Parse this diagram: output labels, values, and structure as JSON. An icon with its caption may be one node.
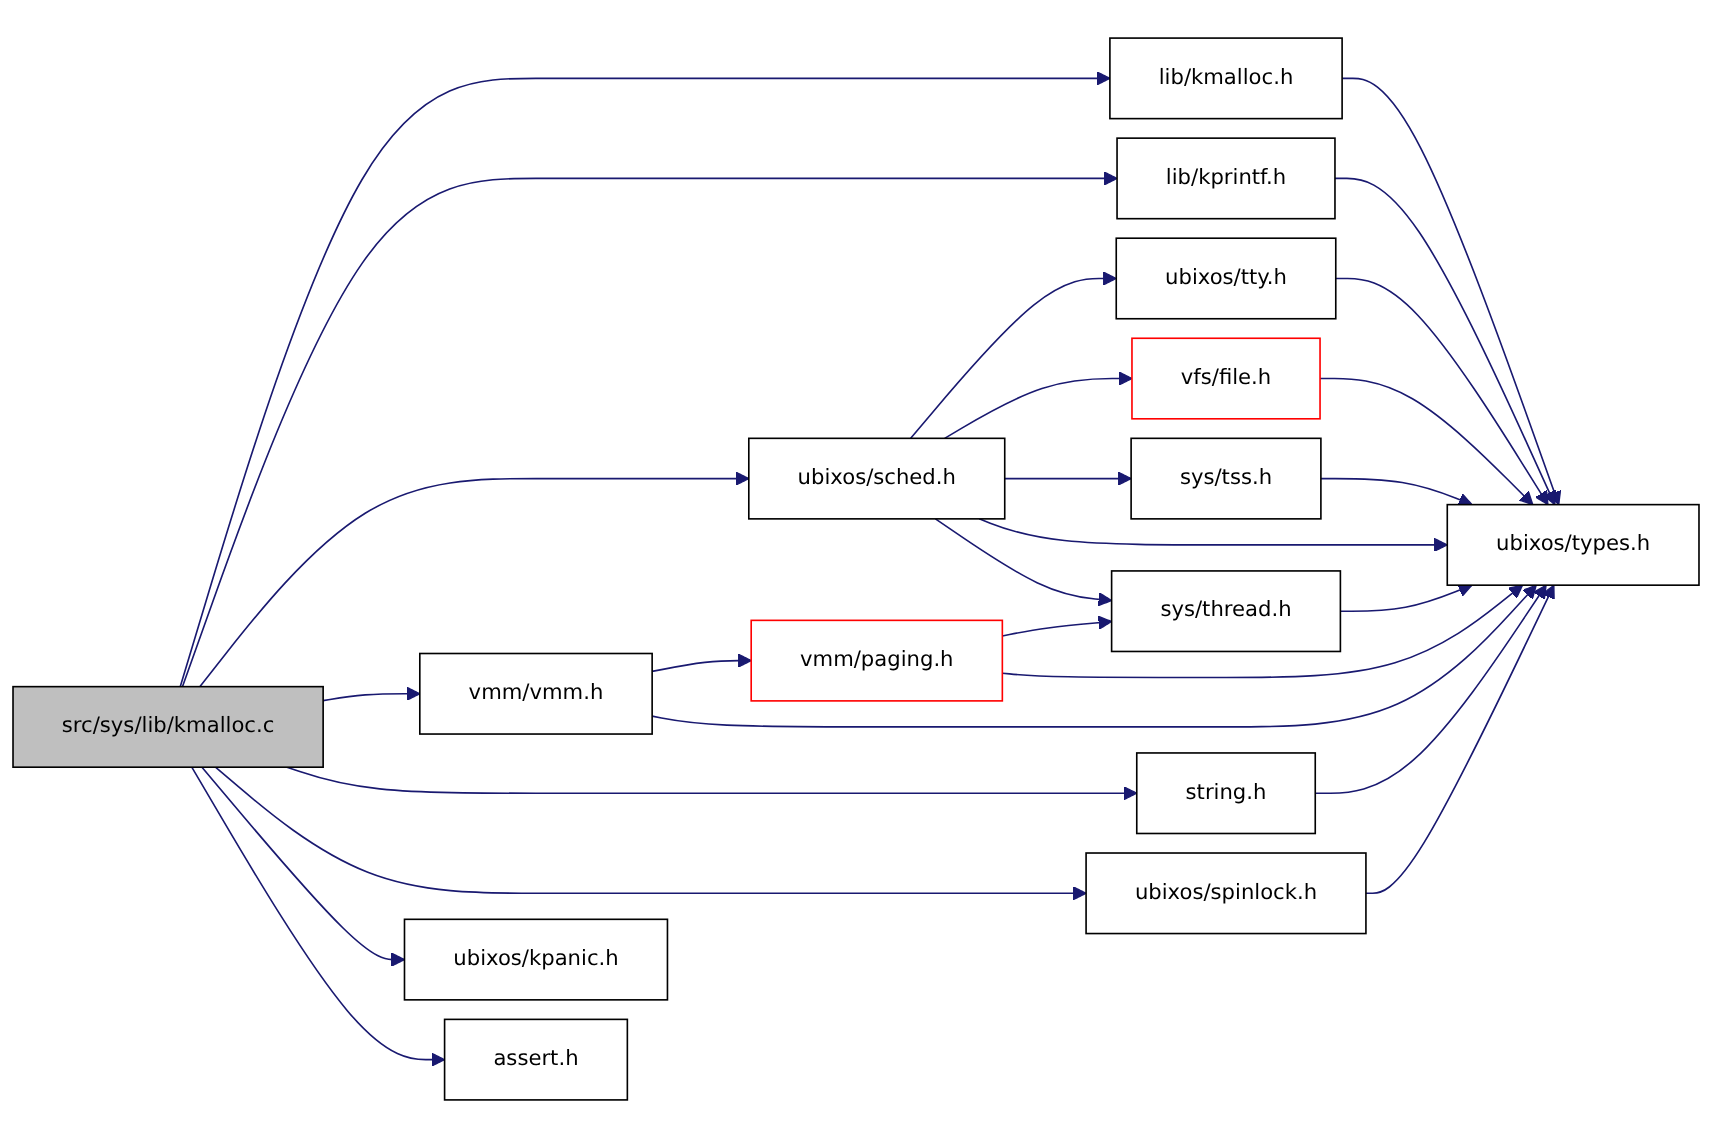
{
  "diagram": {
    "nodes": [
      {
        "text": [
          "src/sys/lib/kmalloc.c"
        ]
      },
      {
        "text": [
          "lib/kmalloc.h"
        ]
      },
      {
        "text": [
          "lib/kprintf.h"
        ]
      },
      {
        "text": [
          "ubixos/tty.h"
        ]
      },
      {
        "text": [
          "vfs/file.h"
        ]
      },
      {
        "text": [
          "sys/tss.h"
        ]
      },
      {
        "text": [
          "ubixos/sched.h"
        ]
      },
      {
        "text": [
          "ubixos/types.h"
        ]
      },
      {
        "text": [
          "sys/thread.h"
        ]
      },
      {
        "text": [
          "vmm/vmm.h"
        ]
      },
      {
        "text": [
          "vmm/paging.h"
        ]
      },
      {
        "text": [
          "string.h"
        ]
      },
      {
        "text": [
          "ubixos/spinlock.h"
        ]
      },
      {
        "text": [
          "ubixos/kpanic.h"
        ]
      },
      {
        "text": [
          "assert.h"
        ]
      }
    ],
    "edges": [
      {
        "from": 0,
        "to": 1,
        "arrow": "to"
      },
      {
        "from": 0,
        "to": 2,
        "arrow": "to"
      },
      {
        "from": 0,
        "to": 6,
        "arrow": "to"
      },
      {
        "from": 0,
        "to": 9,
        "arrow": "to"
      },
      {
        "from": 0,
        "to": 11,
        "arrow": "to"
      },
      {
        "from": 0,
        "to": 12,
        "arrow": "to"
      },
      {
        "from": 0,
        "to": 13,
        "arrow": "to"
      },
      {
        "from": 0,
        "to": 14,
        "arrow": "to"
      },
      {
        "from": 1,
        "to": 7,
        "arrow": "to"
      },
      {
        "from": 2,
        "to": 7,
        "arrow": "to"
      },
      {
        "from": 6,
        "to": 3,
        "arrow": "to"
      },
      {
        "from": 6,
        "to": 4,
        "arrow": "to"
      },
      {
        "from": 6,
        "to": 5,
        "arrow": "to"
      },
      {
        "from": 6,
        "to": 7,
        "arrow": "to"
      },
      {
        "from": 6,
        "to": 8,
        "arrow": "to"
      },
      {
        "from": 3,
        "to": 7,
        "arrow": "to"
      },
      {
        "from": 4,
        "to": 7,
        "arrow": "to"
      },
      {
        "from": 5,
        "to": 7,
        "arrow": "to"
      },
      {
        "from": 8,
        "to": 7,
        "arrow": "to"
      },
      {
        "from": 9,
        "to": 10,
        "arrow": "to"
      },
      {
        "from": 9,
        "to": 7,
        "arrow": "to"
      },
      {
        "from": 10,
        "to": 8,
        "arrow": "to"
      },
      {
        "from": 10,
        "to": 7,
        "arrow": "to"
      },
      {
        "from": 11,
        "to": 7,
        "arrow": "to"
      },
      {
        "from": 12,
        "to": 7,
        "arrow": "to"
      }
    ]
  }
}
